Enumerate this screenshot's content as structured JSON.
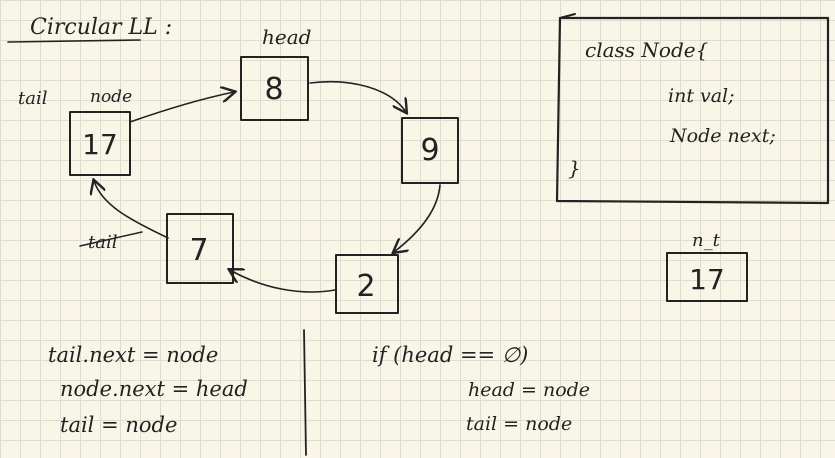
{
  "title": "Circular LL :",
  "labels": {
    "head": "head",
    "tail_top": "tail",
    "node_top": "node",
    "tail_old": "tail"
  },
  "nodes": [
    {
      "id": "n8",
      "value": "8"
    },
    {
      "id": "n9",
      "value": "9"
    },
    {
      "id": "n2",
      "value": "2"
    },
    {
      "id": "n7",
      "value": "7"
    },
    {
      "id": "n17",
      "value": "17"
    }
  ],
  "class_box": {
    "line1": "class Node{",
    "line2": "int val;",
    "line3": "Node next;",
    "line4": "}"
  },
  "new_node": {
    "label": "n_t",
    "value": "17"
  },
  "code_left": [
    "tail.next = node",
    "node.next = head",
    "tail = node"
  ],
  "code_right": {
    "condition": "if (head == ∅)",
    "body": [
      "head = node",
      "tail = node"
    ]
  }
}
